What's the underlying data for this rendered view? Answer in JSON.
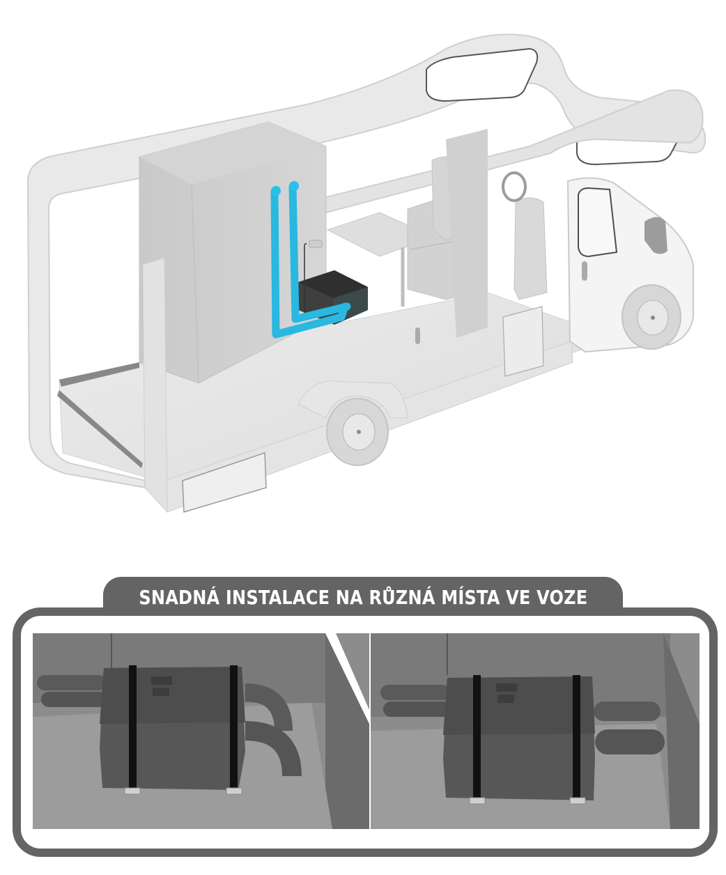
{
  "illustration": {
    "subject": "camper-van-cutaway",
    "highlight_color": "#29b8e0",
    "body_color": "#e6e6e6",
    "heater_color": "#3a3a3a"
  },
  "installation_panel": {
    "title": "SNADNÁ INSTALACE NA RŮZNÁ MÍSTA VE VOZE",
    "frame_color": "#646464",
    "views": [
      {
        "id": "view-elbow-ducts",
        "variant": "elbow ducts"
      },
      {
        "id": "view-straight-ducts",
        "variant": "straight ducts"
      }
    ]
  }
}
